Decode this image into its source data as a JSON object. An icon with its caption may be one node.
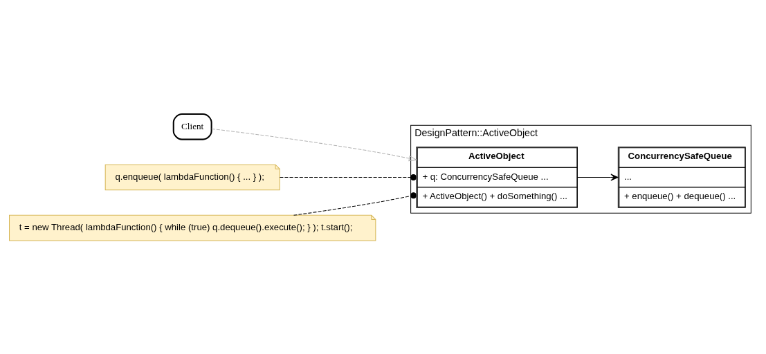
{
  "diagram": {
    "nodes": [
      {
        "text": [
          "DesignPattern::ActiveObject"
        ]
      },
      {
        "text": [
          "ActiveObject",
          "+ q: ConcurrencySafeQueue ...",
          "+ ActiveObject() + doSomething() ..."
        ],
        "in": 0
      },
      {
        "text": [
          "ConcurrencySafeQueue",
          "...",
          "+ enqueue() + dequeue() ..."
        ],
        "in": 0
      },
      {
        "text": [
          "Client"
        ]
      },
      {
        "text": [
          "q.enqueue( lambdaFunction() { ... } );"
        ]
      },
      {
        "text": [
          "t = new Thread( lambdaFunction() { while (true) q.dequeue().execute(); } ); t.start();"
        ]
      }
    ],
    "edges": [
      {
        "from": 3,
        "to": 1,
        "arrow": "to",
        "style": "dashed",
        "color": "#b3b3b3"
      },
      {
        "from": 1,
        "to": 2,
        "arrow": "to"
      },
      {
        "from": 4,
        "to": 1,
        "arrow": "other",
        "style": "dashed"
      },
      {
        "from": 5,
        "to": 1,
        "arrow": "other",
        "style": "dashed"
      }
    ]
  }
}
